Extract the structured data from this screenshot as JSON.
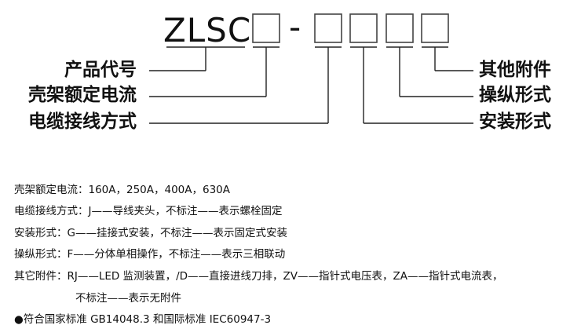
{
  "model": {
    "prefix": "ZLSC",
    "dash": "-"
  },
  "left_labels": [
    "产品代号",
    "壳架额定电流",
    "电缆接线方式"
  ],
  "right_labels": [
    "其他附件",
    "操纵形式",
    "安装形式"
  ],
  "specs": {
    "rated_current": "壳架额定电流：160A，250A，400A，630A",
    "cable_connection": "电缆接线方式：J——导线夹头，不标注——表示螺栓固定",
    "mounting": "安装形式：G——挂接式安装，不标注——表示固定式安装",
    "operation": "操纵形式：F——分体单相操作，不标注——表示三相联动",
    "accessories": "其它附件：RJ——LED 监测装置，/D——直接进线刀排，ZV——指针式电压表，ZA——指针式电流表，",
    "accessories_cont": "不标注——表示无附件",
    "standard": "●符合国家标准 GB14048.3 和国际标准 IEC60947-3"
  }
}
